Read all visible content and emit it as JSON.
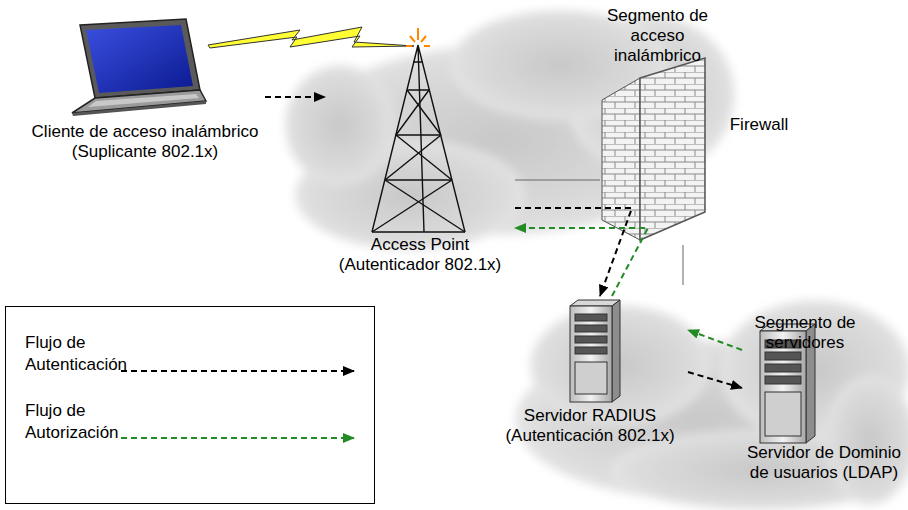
{
  "diagram": {
    "nodes": [
      {
        "text": [
          "Segmento de acceso inalámbrico"
        ]
      },
      {
        "text": [
          "Cliente de acceso inalámbrico (Suplicante 802.1x)"
        ]
      },
      {
        "text": [
          "Access Point (Autenticador 802.1x)"
        ],
        "in": 0
      },
      {
        "text": [
          "Firewall"
        ]
      },
      {
        "text": [
          "Segmento de servidores"
        ]
      },
      {
        "text": [
          "Servidor RADIUS (Autenticación 802.1x)"
        ],
        "in": 4
      },
      {
        "text": [
          "Servidor de Dominio de usuarios (LDAP)"
        ],
        "in": 4
      }
    ],
    "edges": [
      {
        "from": 1,
        "to": 2,
        "arrow": "to"
      },
      {
        "from": 2,
        "to": 5,
        "arrow": "to"
      },
      {
        "from": 5,
        "to": 2,
        "arrow": "to"
      },
      {
        "from": 5,
        "to": 6,
        "arrow": "to"
      },
      {
        "from": 6,
        "to": 5,
        "arrow": "to"
      },
      {
        "from": 2,
        "to": 3,
        "arrow": "none"
      },
      {
        "from": 3,
        "to": 4,
        "arrow": "none"
      }
    ],
    "legend": [
      {
        "text": "Flujo de Autenticación"
      },
      {
        "text": "Flujo de Autorización"
      }
    ]
  }
}
